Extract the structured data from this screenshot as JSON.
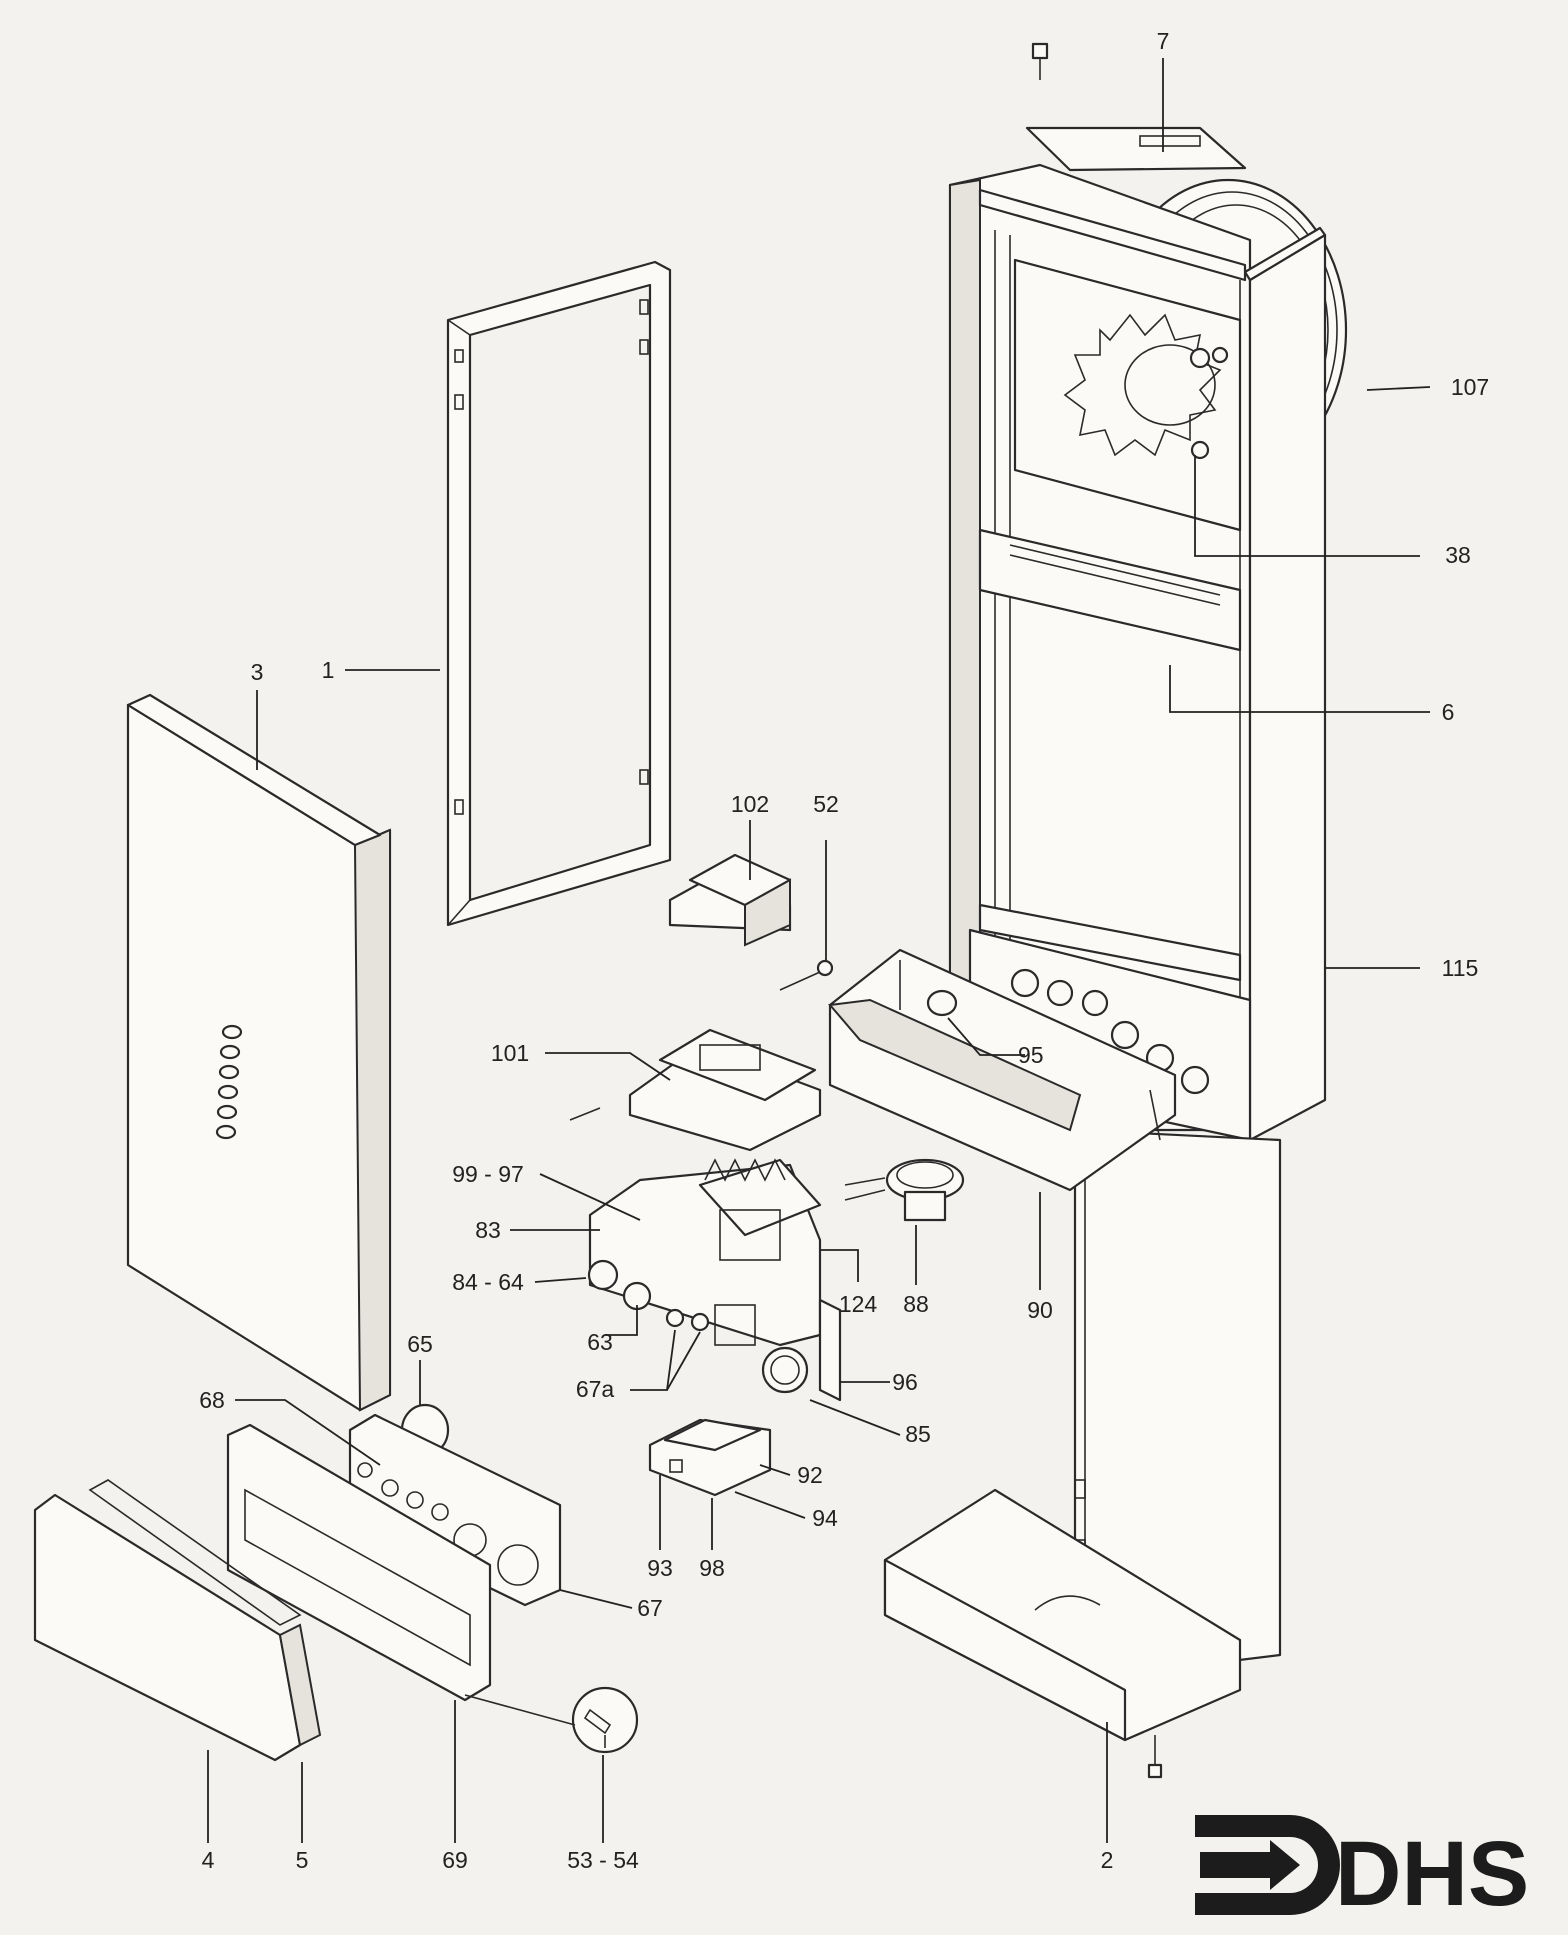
{
  "diagram": {
    "labels": [
      {
        "id": "l7",
        "text": "7"
      },
      {
        "id": "l107",
        "text": "107"
      },
      {
        "id": "l38",
        "text": "38"
      },
      {
        "id": "l6",
        "text": "6"
      },
      {
        "id": "l115",
        "text": "115"
      },
      {
        "id": "l3",
        "text": "3"
      },
      {
        "id": "l1",
        "text": "1"
      },
      {
        "id": "l102",
        "text": "102"
      },
      {
        "id": "l52",
        "text": "52"
      },
      {
        "id": "l95",
        "text": "95"
      },
      {
        "id": "l101",
        "text": "101"
      },
      {
        "id": "l9997",
        "text": "99 - 97"
      },
      {
        "id": "l83",
        "text": "83"
      },
      {
        "id": "l8464",
        "text": "84 - 64"
      },
      {
        "id": "l63",
        "text": "63"
      },
      {
        "id": "l67a",
        "text": "67a"
      },
      {
        "id": "l124",
        "text": "124"
      },
      {
        "id": "l88",
        "text": "88"
      },
      {
        "id": "l90",
        "text": "90"
      },
      {
        "id": "l96",
        "text": "96"
      },
      {
        "id": "l85",
        "text": "85"
      },
      {
        "id": "l65",
        "text": "65"
      },
      {
        "id": "l68",
        "text": "68"
      },
      {
        "id": "l92",
        "text": "92"
      },
      {
        "id": "l94",
        "text": "94"
      },
      {
        "id": "l93",
        "text": "93"
      },
      {
        "id": "l98",
        "text": "98"
      },
      {
        "id": "l67",
        "text": "67"
      },
      {
        "id": "l4",
        "text": "4"
      },
      {
        "id": "l5",
        "text": "5"
      },
      {
        "id": "l69",
        "text": "69"
      },
      {
        "id": "l5354",
        "text": "53 - 54"
      },
      {
        "id": "l2",
        "text": "2"
      }
    ],
    "logo_text": "DHS"
  }
}
